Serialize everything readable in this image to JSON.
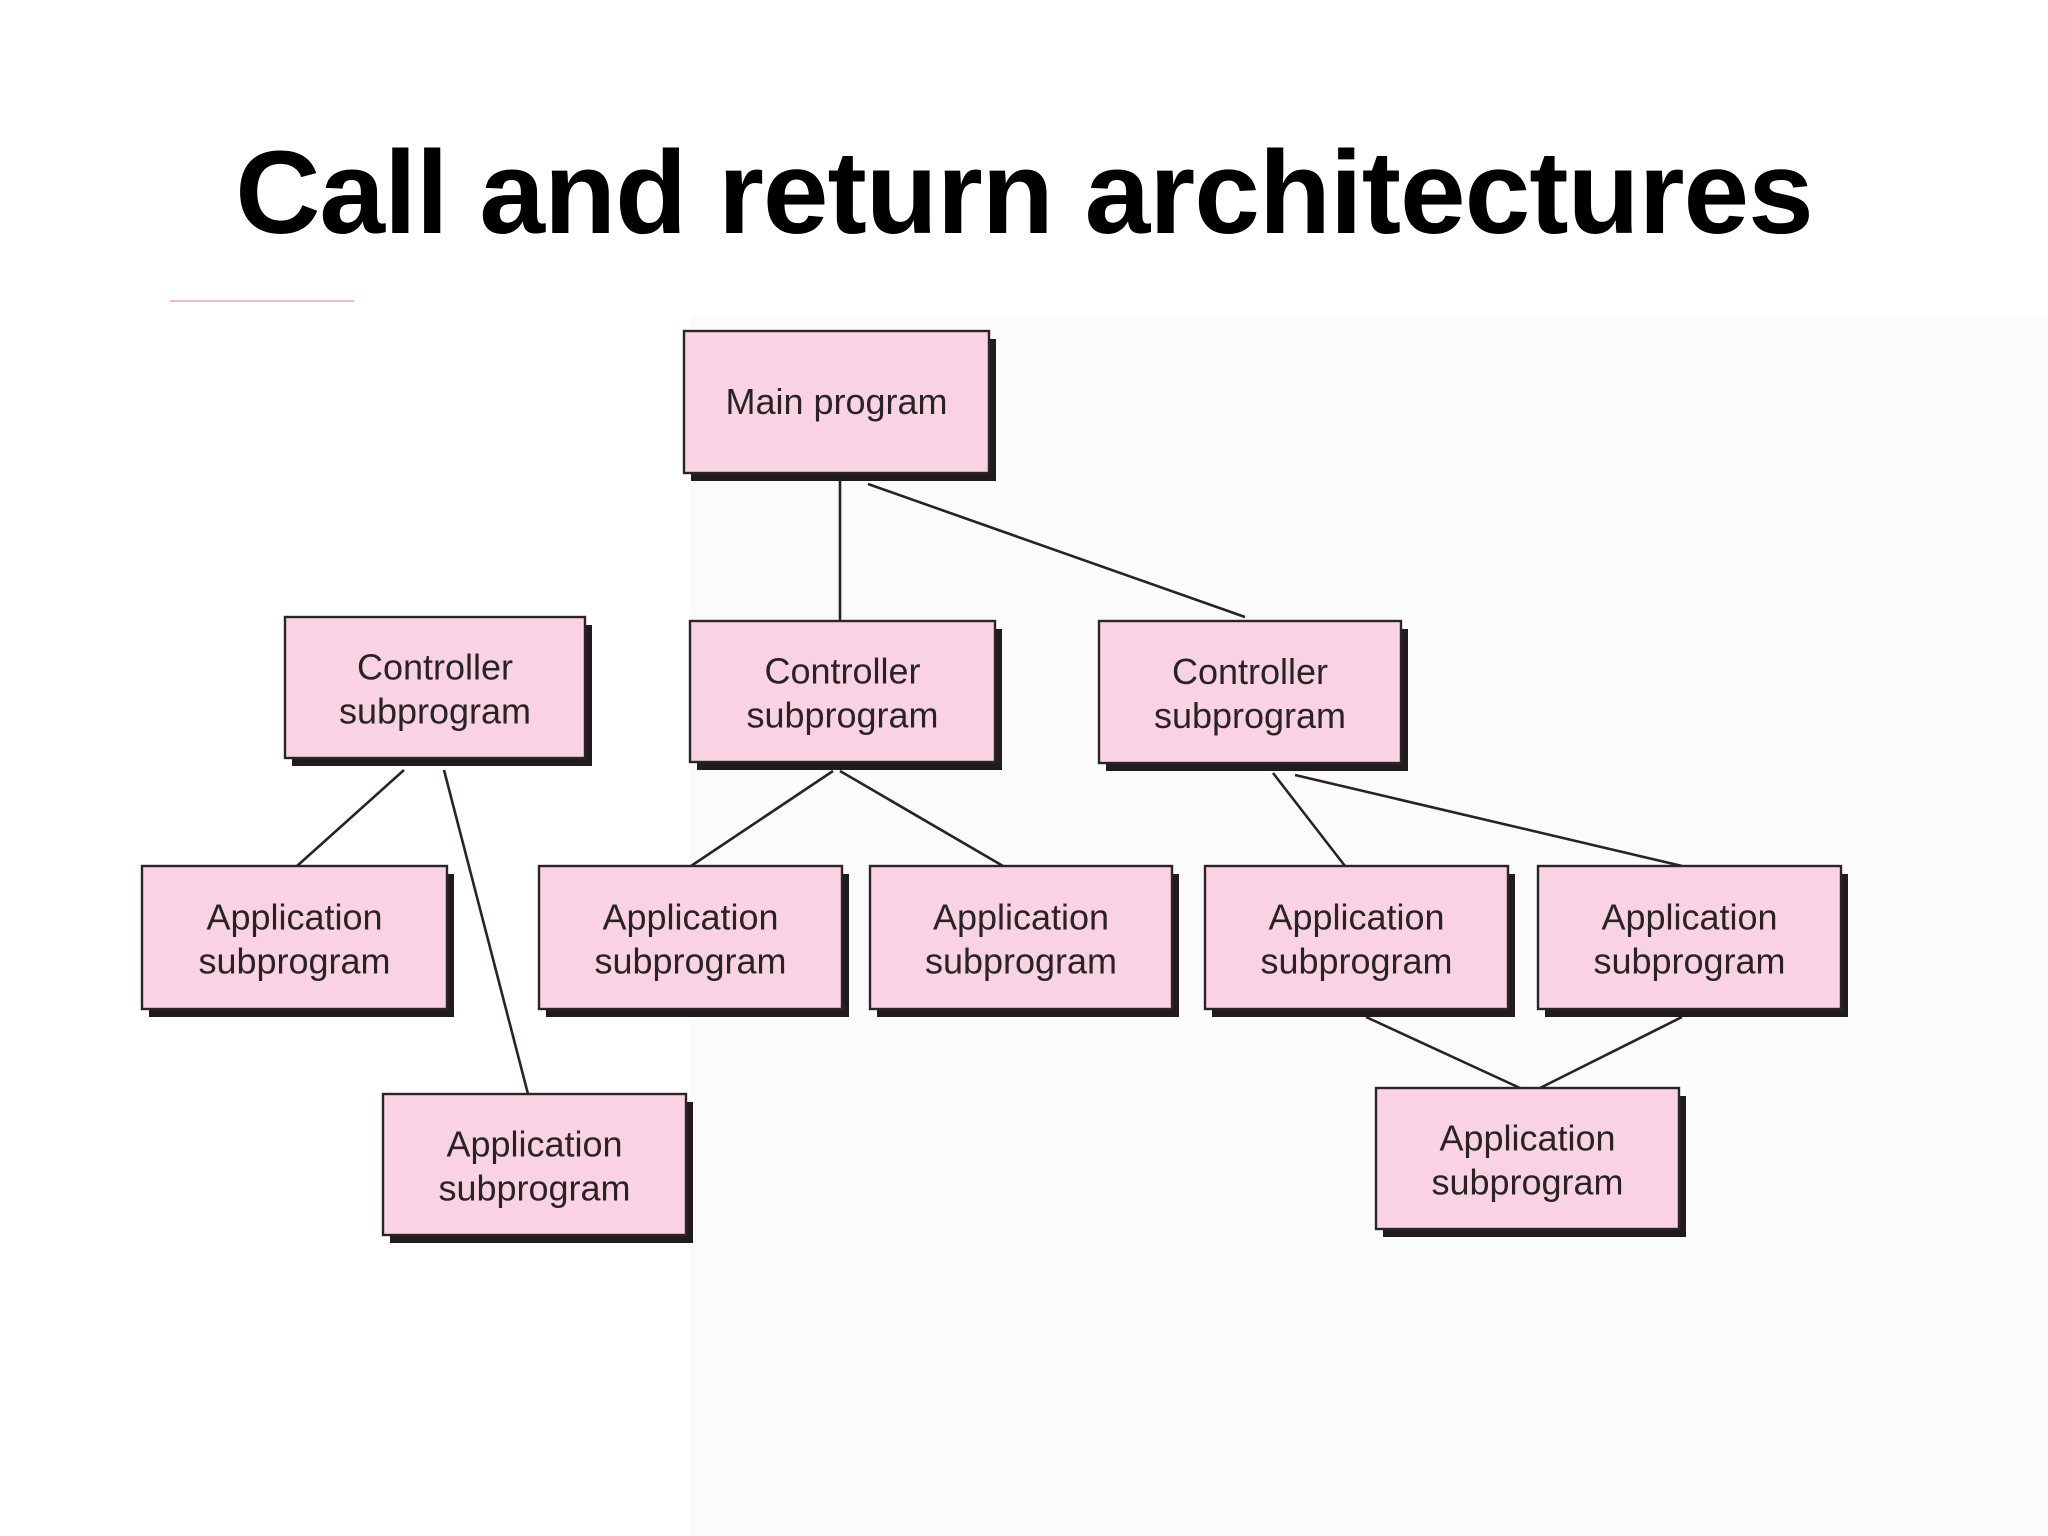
{
  "slide": {
    "title": "Call and return architectures"
  },
  "diagram": {
    "nodes": [
      {
        "id": "main",
        "line1": "Main program",
        "line2": ""
      },
      {
        "id": "ctrl-left",
        "line1": "Controller",
        "line2": "subprogram"
      },
      {
        "id": "ctrl-middle",
        "line1": "Controller",
        "line2": "subprogram"
      },
      {
        "id": "ctrl-right",
        "line1": "Controller",
        "line2": "subprogram"
      },
      {
        "id": "app-1",
        "line1": "Application",
        "line2": "subprogram"
      },
      {
        "id": "app-2",
        "line1": "Application",
        "line2": "subprogram"
      },
      {
        "id": "app-3",
        "line1": "Application",
        "line2": "subprogram"
      },
      {
        "id": "app-4",
        "line1": "Application",
        "line2": "subprogram"
      },
      {
        "id": "app-5",
        "line1": "Application",
        "line2": "subprogram"
      },
      {
        "id": "app-6",
        "line1": "Application",
        "line2": "subprogram"
      },
      {
        "id": "app-7",
        "line1": "Application",
        "line2": "subprogram"
      }
    ],
    "edges": [
      [
        "main",
        "ctrl-middle"
      ],
      [
        "main",
        "ctrl-right"
      ],
      [
        "ctrl-left",
        "app-1"
      ],
      [
        "ctrl-left",
        "app-6"
      ],
      [
        "ctrl-middle",
        "app-2"
      ],
      [
        "ctrl-middle",
        "app-3"
      ],
      [
        "ctrl-right",
        "app-4"
      ],
      [
        "ctrl-right",
        "app-5"
      ],
      [
        "app-4",
        "app-7"
      ],
      [
        "app-5",
        "app-7"
      ]
    ],
    "colors": {
      "box_fill": "#f9d3e3",
      "box_border": "#2b2427",
      "connector": "#2a2326",
      "accent_rule": "#f4b6c8"
    }
  }
}
